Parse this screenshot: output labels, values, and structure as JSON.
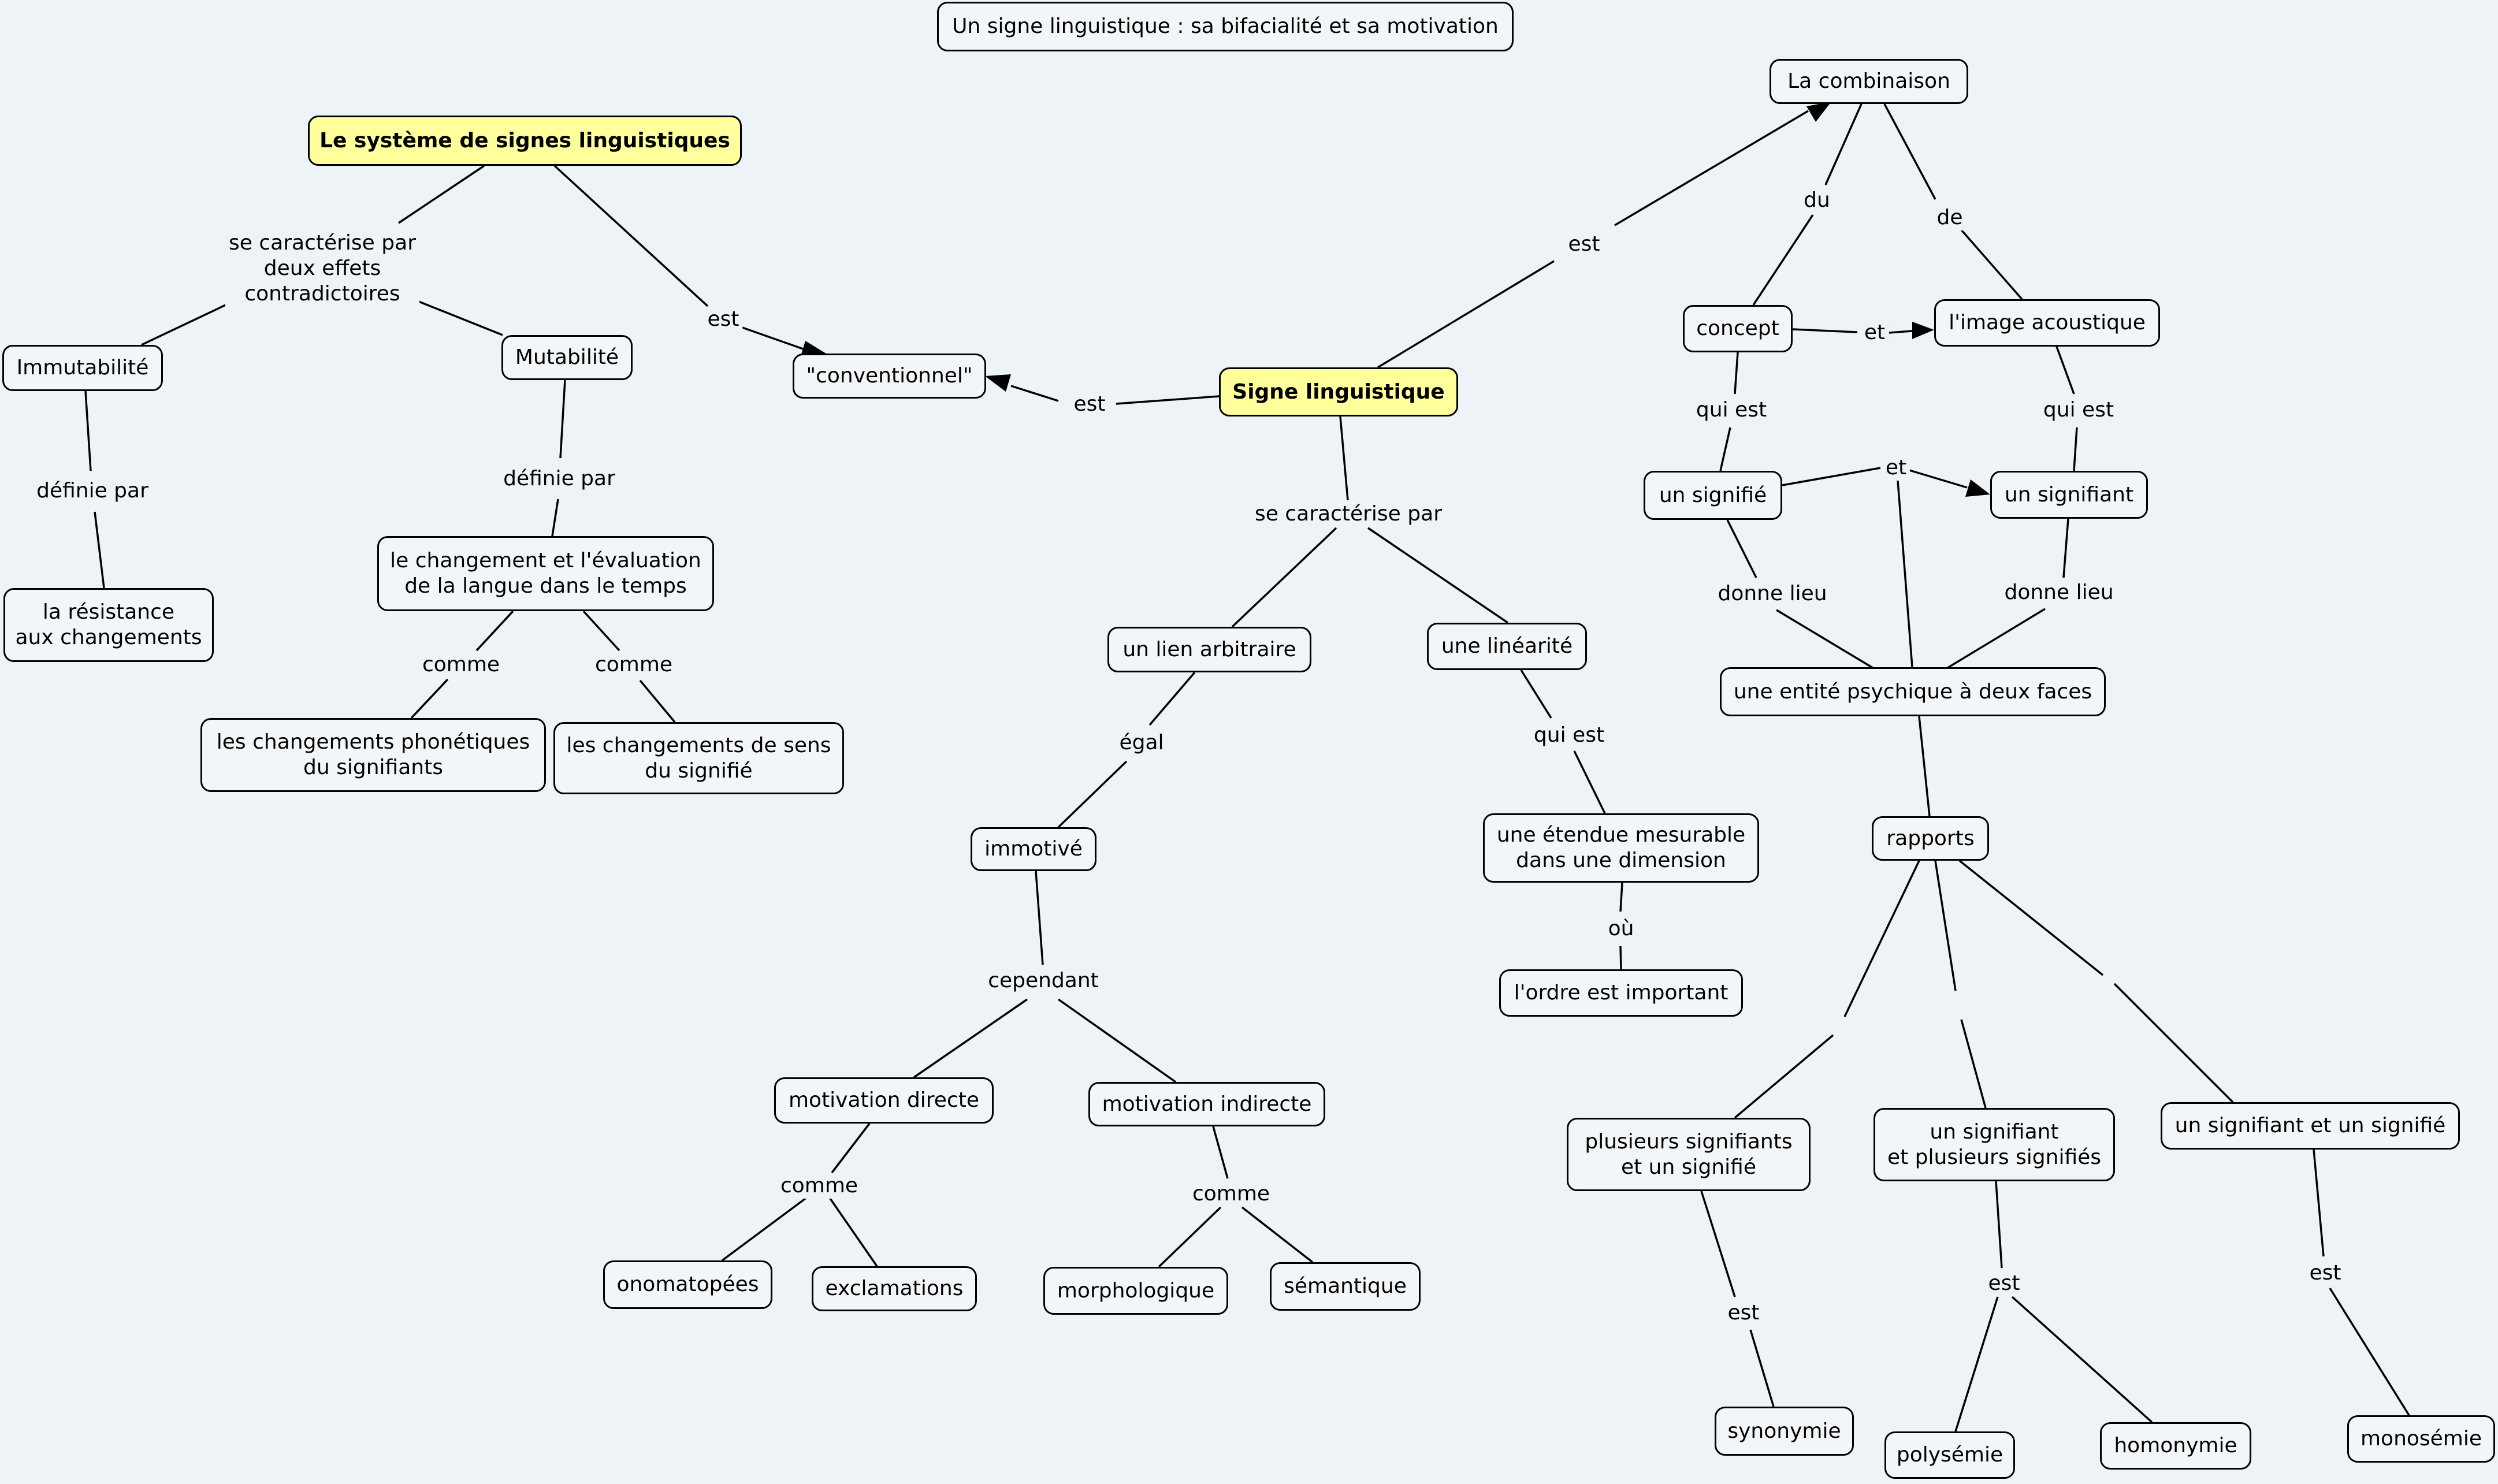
{
  "title": "Un signe linguistique : sa bifacialité et sa motivation",
  "concepts": {
    "systeme": "Le système de signes linguistiques",
    "immutabilite": "Immutabilité",
    "mutabilite": "Mutabilité",
    "resistance": "la résistance\naux changements",
    "changement_eval": "le changement et l'évaluation\nde la langue dans le temps",
    "chg_phon": "les changements phonétiques\ndu signifiants",
    "chg_sens": "les changements de sens\ndu signifié",
    "conventionnel": "\"conventionnel\"",
    "signe": "Signe linguistique",
    "lien_arbitraire": "un lien arbitraire",
    "linearite": "une linéarité",
    "immotive": "immotivé",
    "etendue": "une étendue mesurable\ndans une dimension",
    "ordre": "l'ordre est important",
    "motiv_directe": "motivation directe",
    "motiv_indirecte": "motivation indirecte",
    "onomatopees": "onomatopées",
    "exclamations": "exclamations",
    "morphologique": "morphologique",
    "semantique": "sémantique",
    "combinaison": "La combinaison",
    "concept": "concept",
    "image_acoustique": "l'image acoustique",
    "signifie": "un signifié",
    "signifiant": "un signifiant",
    "entite": "une entité psychique à deux faces",
    "rapports": "rapports",
    "plus_signifiants": "plusieurs signifiants\net un signifié",
    "signifiant_plus": "un signifiant\net plusieurs signifiés",
    "signifiant_signifie": "un signifiant et un signifié",
    "synonymie": "synonymie",
    "polysemie": "polysémie",
    "homonymie": "homonymie",
    "monosemie": "monosémie"
  },
  "link_labels": {
    "se_caract_deux": "se caractérise par\ndeux effets\ncontradictoires",
    "est_sys": "est",
    "definie_imm": "définie par",
    "definie_mut": "définie par",
    "comme_phon": "comme",
    "comme_sens": "comme",
    "est_signe_conv": "est",
    "est_signe_comb": "est",
    "se_caract": "se caractérise par",
    "egal": "égal",
    "qui_est_lin": "qui est",
    "ou": "où",
    "cependant": "cependant",
    "comme_dir": "comme",
    "comme_ind": "comme",
    "du": "du",
    "de": "de",
    "et_concept": "et",
    "qui_est_concept": "qui est",
    "qui_est_image": "qui est",
    "et_signifie": "et",
    "donne_lieu_1": "donne lieu",
    "donne_lieu_2": "donne lieu",
    "est_syn": "est",
    "est_poly": "est",
    "est_mono": "est"
  }
}
